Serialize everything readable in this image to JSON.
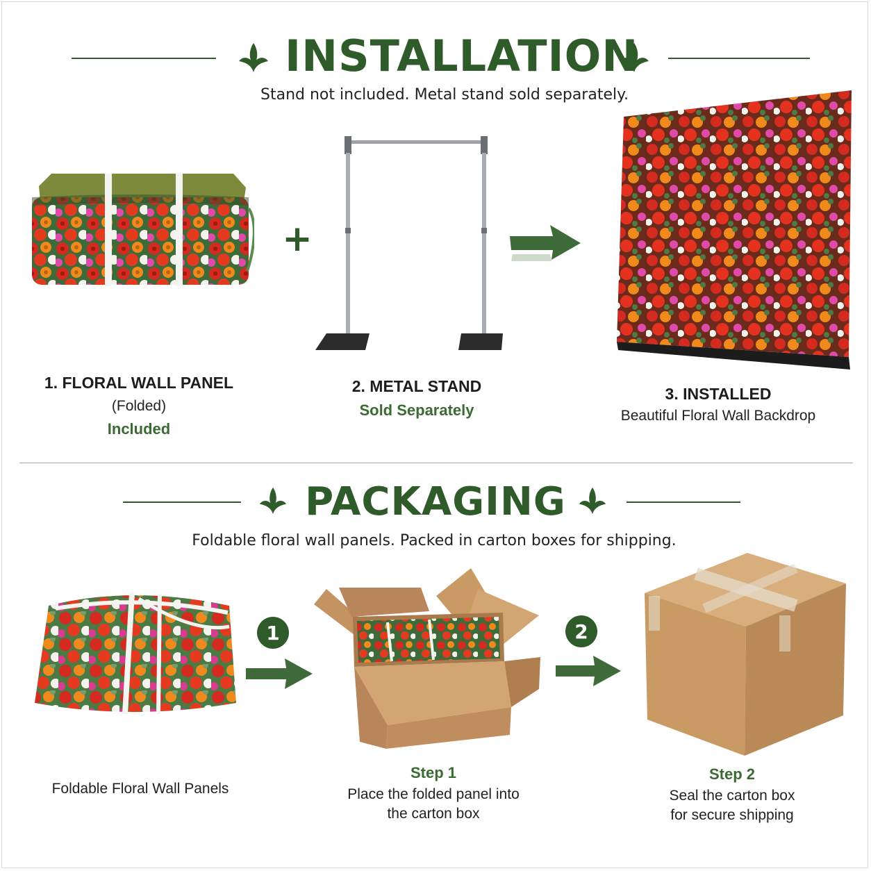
{
  "installation": {
    "title": "INSTALLATION",
    "subtitle": "Stand not included. Metal stand sold separately.",
    "plus": "+",
    "item1": {
      "head": "1. FLORAL WALL PANEL",
      "sub": "(Folded)",
      "status": "Included"
    },
    "item2": {
      "head": "2. METAL STAND",
      "status": "Sold Separately"
    },
    "item3": {
      "head": "3. INSTALLED",
      "sub": "Beautiful Floral Wall Backdrop"
    }
  },
  "packaging": {
    "title": "PACKAGING",
    "subtitle": "Foldable floral wall panels. Packed in carton boxes for shipping.",
    "item1": {
      "caption": "Foldable Floral Wall Panels"
    },
    "step_num_1": "1",
    "step_num_2": "2",
    "step1": {
      "head": "Step 1",
      "line1": "Place the folded panel into",
      "line2": "the carton box"
    },
    "step2": {
      "head": "Step 2",
      "line1": "Seal the carton box",
      "line2": "for secure shipping"
    }
  },
  "colors": {
    "accent": "#2f5a2a",
    "accent_light": "#3b6a32",
    "cardboard": "#c99a64",
    "flower_red": "#d42a1f",
    "flower_orange": "#f08a1c",
    "flower_pink": "#e04aa8",
    "flower_white": "#f4f2ec",
    "foliage": "#4d7a45"
  },
  "icons": [
    "leaf-sprig-icon",
    "arrow-right-icon",
    "plus-icon"
  ]
}
